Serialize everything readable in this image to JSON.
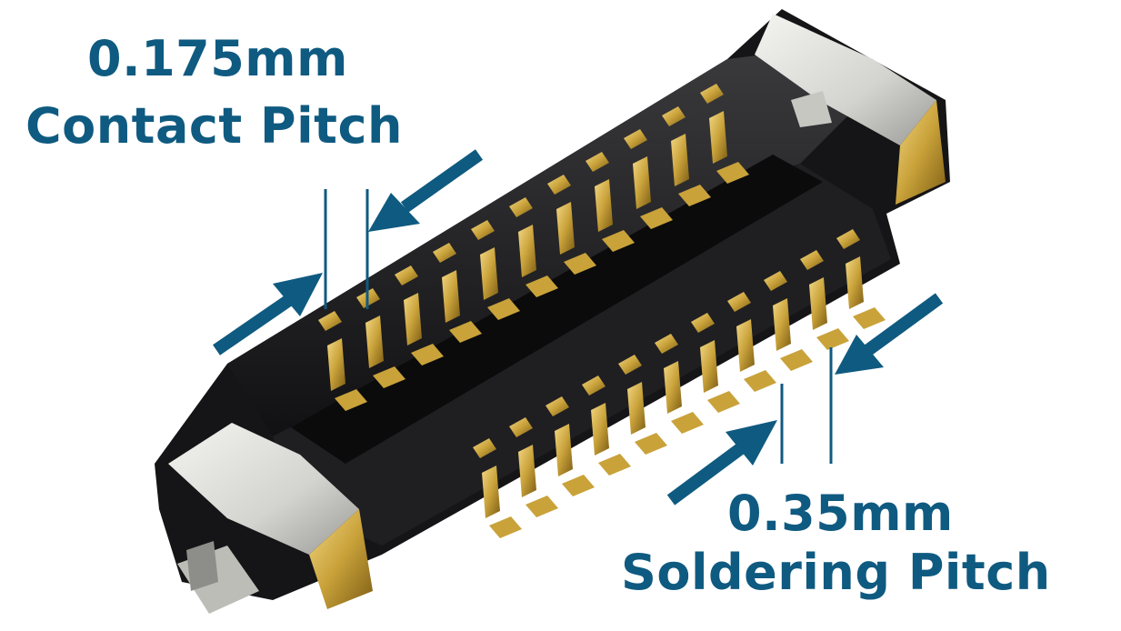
{
  "labels": {
    "contact_pitch_value": "0.175mm",
    "contact_pitch_text": "Contact Pitch",
    "soldering_pitch_value": "0.35mm",
    "soldering_pitch_text": "Soldering Pitch"
  },
  "colors": {
    "annotation": "#0f5a80",
    "housing": "#1b1b1d",
    "gold": "#c9a23a",
    "gold_highlight": "#f0d27a",
    "metal": "#d9d9d4",
    "background": "#ffffff"
  },
  "connector": {
    "contacts_per_row": 11,
    "rows": 2
  }
}
